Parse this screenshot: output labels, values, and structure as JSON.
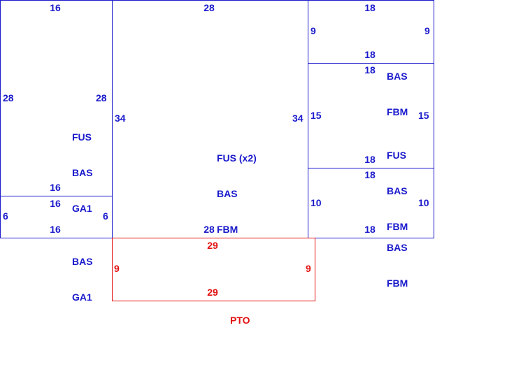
{
  "colors": {
    "living": "#1a1acc",
    "porch": "#e31010"
  },
  "areas": [
    {
      "id": "left-upper",
      "codes": [
        "FUS",
        "BAS",
        "GA1"
      ],
      "dims": {
        "top": "16",
        "bottom": "16",
        "left": "28",
        "right": "28"
      }
    },
    {
      "id": "left-lower",
      "codes": [
        "BAS",
        "GA1"
      ],
      "dims": {
        "top": "16",
        "bottom": "16",
        "left": "6",
        "right": "6"
      }
    },
    {
      "id": "center",
      "codes": [
        "FUS (x2)",
        "BAS",
        "FBM"
      ],
      "dims": {
        "top": "28",
        "bottom": "28",
        "left": "34",
        "right": "34"
      }
    },
    {
      "id": "right-top",
      "codes": [
        "BAS",
        "FBM"
      ],
      "dims": {
        "top": "18",
        "bottom": "18",
        "left": "9",
        "right": "9"
      }
    },
    {
      "id": "right-middle",
      "codes": [
        "FUS",
        "BAS",
        "FBM"
      ],
      "dims": {
        "top": "18",
        "bottom": "18",
        "left": "15",
        "right": "15"
      }
    },
    {
      "id": "right-bottom",
      "codes": [
        "BAS",
        "FBM"
      ],
      "dims": {
        "top": "18",
        "bottom": "18",
        "left": "10",
        "right": "10"
      }
    },
    {
      "id": "porch",
      "codes": [
        "PTO"
      ],
      "dims": {
        "top": "29",
        "bottom": "29",
        "left": "9",
        "right": "9"
      }
    }
  ]
}
